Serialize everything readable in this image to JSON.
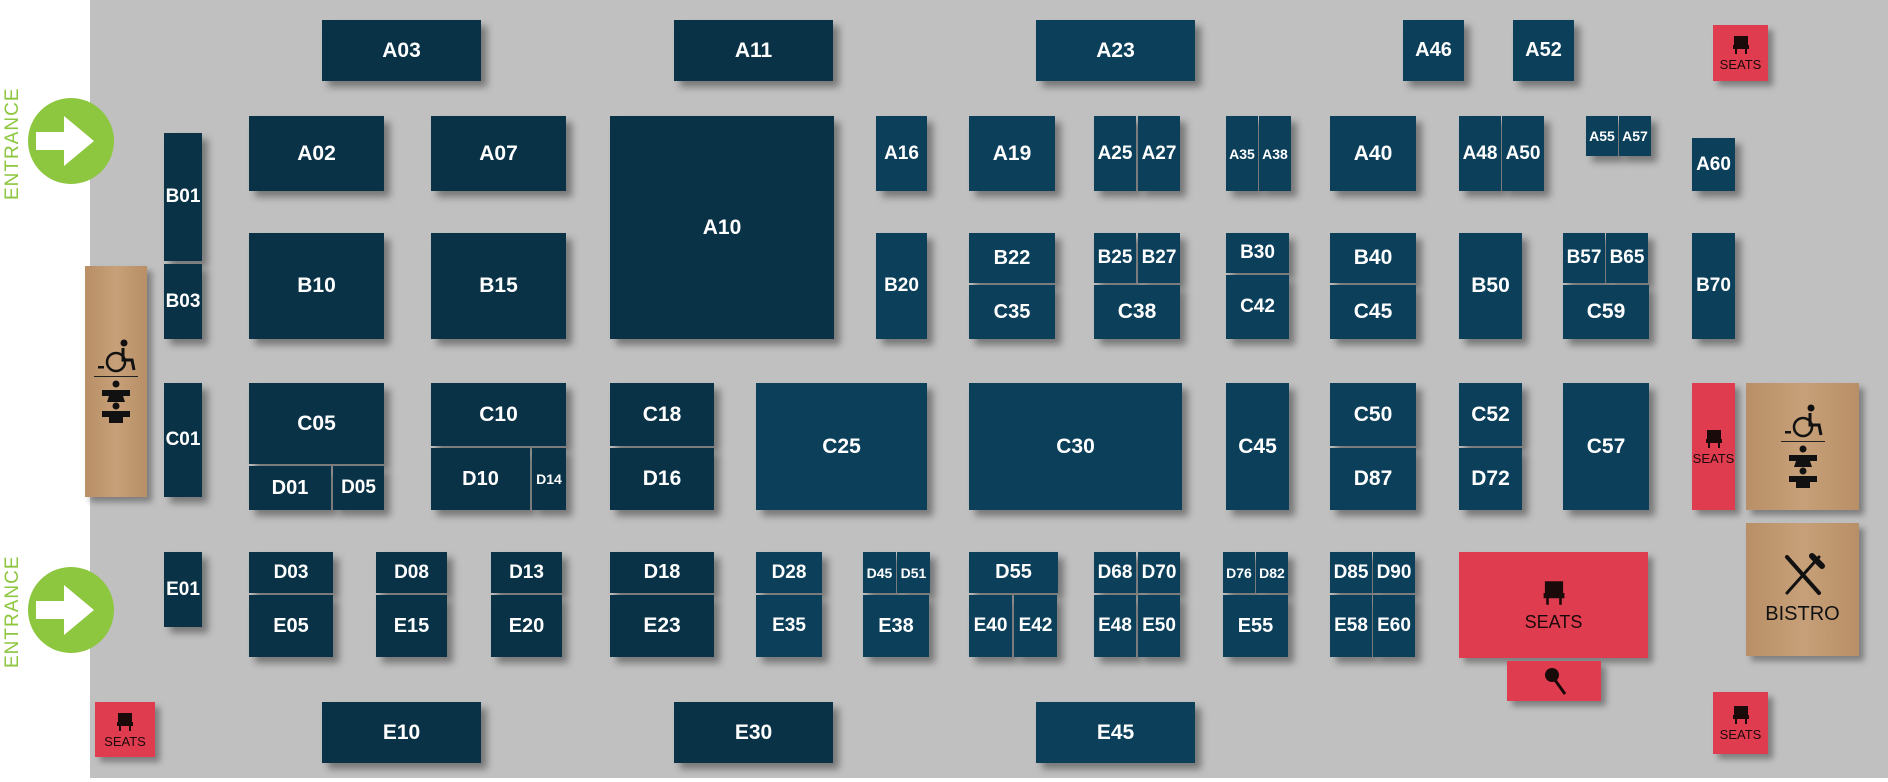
{
  "colors": {
    "floor": "#c0c0c0",
    "booth_dark": "#093246",
    "booth": "#0b3f5a",
    "seats": "#e03c50",
    "facility": "#c09a72",
    "entrance": "#8dc63f"
  },
  "entrances": [
    {
      "label": "ENTRANCE",
      "icon": "arrow-right-icon"
    },
    {
      "label": "ENTRANCE",
      "icon": "arrow-right-icon"
    }
  ],
  "booths": [
    "A03",
    "A11",
    "A23",
    "A46",
    "A52",
    "A02",
    "A07",
    "A10",
    "A16",
    "A19",
    "A25",
    "A27",
    "A35",
    "A38",
    "A40",
    "A48",
    "A50",
    "A55",
    "A57",
    "A60",
    "B01",
    "B03",
    "B10",
    "B15",
    "B20",
    "B22",
    "B25",
    "B27",
    "B30",
    "B40",
    "B50",
    "B57",
    "B65",
    "B70",
    "C35",
    "C38",
    "C42",
    "C45",
    "C59",
    "C01",
    "C05",
    "C10",
    "C18",
    "C25",
    "C30",
    "C45",
    "C50",
    "C52",
    "C57",
    "D01",
    "D05",
    "D10",
    "D14",
    "D16",
    "D87",
    "D72",
    "E01",
    "D03",
    "D08",
    "D13",
    "D18",
    "D28",
    "D45",
    "D51",
    "D55",
    "D68",
    "D70",
    "D76",
    "D82",
    "D85",
    "D90",
    "E05",
    "E15",
    "E20",
    "E23",
    "E35",
    "E38",
    "E40",
    "E42",
    "E48",
    "E50",
    "E55",
    "E58",
    "E60",
    "E10",
    "E30",
    "E45"
  ],
  "seats": {
    "label": "SEATS",
    "icon": "chair-icon"
  },
  "stage": {
    "icon": "microphone-icon"
  },
  "restrooms": {
    "icons": [
      "wheelchair-icon",
      "restroom-icon"
    ]
  },
  "bistro": {
    "label": "BISTRO",
    "icon": "fork-knife-icon"
  }
}
